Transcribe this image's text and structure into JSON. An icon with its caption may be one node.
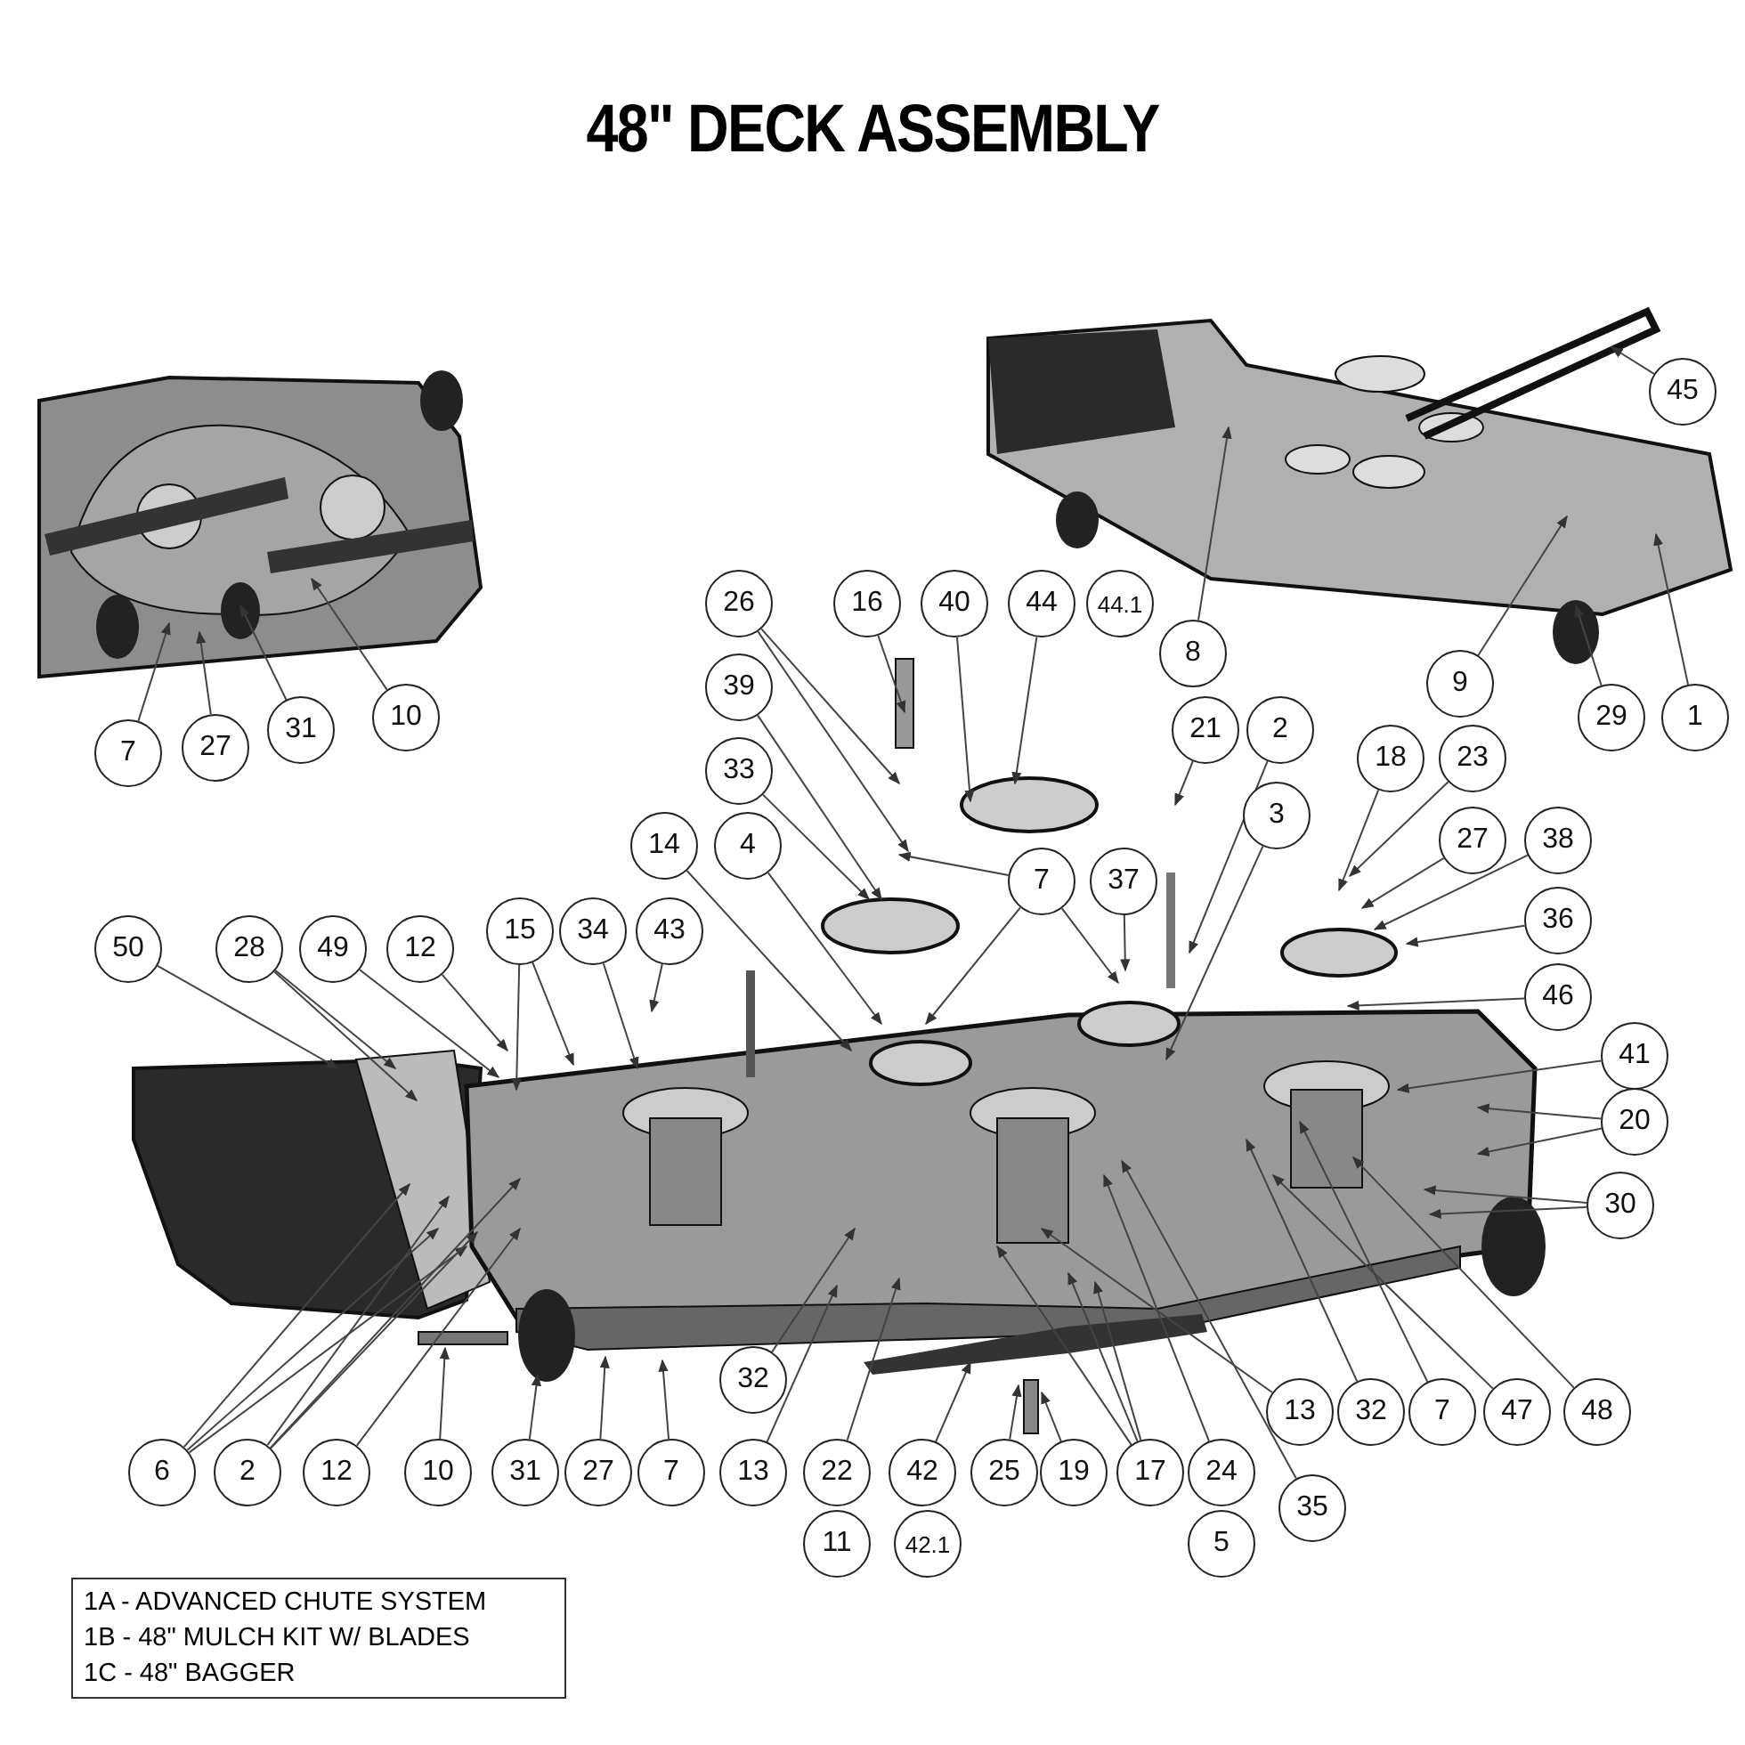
{
  "diagram": {
    "title": "48\" DECK ASSEMBLY",
    "nodes": [
      {
        "text": [
          "7"
        ]
      },
      {
        "text": [
          "27"
        ]
      },
      {
        "text": [
          "31"
        ]
      },
      {
        "text": [
          "10"
        ]
      },
      {
        "text": [
          "45"
        ]
      },
      {
        "text": [
          "8"
        ]
      },
      {
        "text": [
          "9"
        ]
      },
      {
        "text": [
          "29"
        ]
      },
      {
        "text": [
          "1"
        ]
      },
      {
        "text": [
          "26"
        ]
      },
      {
        "text": [
          "16"
        ]
      },
      {
        "text": [
          "40"
        ]
      },
      {
        "text": [
          "44"
        ]
      },
      {
        "text": [
          "44.1"
        ]
      },
      {
        "text": [
          "39"
        ]
      },
      {
        "text": [
          "21"
        ]
      },
      {
        "text": [
          "2"
        ]
      },
      {
        "text": [
          "33"
        ]
      },
      {
        "text": [
          "14"
        ]
      },
      {
        "text": [
          "4"
        ]
      },
      {
        "text": [
          "7"
        ]
      },
      {
        "text": [
          "3"
        ]
      },
      {
        "text": [
          "18"
        ]
      },
      {
        "text": [
          "23"
        ]
      },
      {
        "text": [
          "27"
        ]
      },
      {
        "text": [
          "38"
        ]
      },
      {
        "text": [
          "36"
        ]
      },
      {
        "text": [
          "37"
        ]
      },
      {
        "text": [
          "46"
        ]
      },
      {
        "text": [
          "50"
        ]
      },
      {
        "text": [
          "28"
        ]
      },
      {
        "text": [
          "49"
        ]
      },
      {
        "text": [
          "12"
        ]
      },
      {
        "text": [
          "15"
        ]
      },
      {
        "text": [
          "34"
        ]
      },
      {
        "text": [
          "43"
        ]
      },
      {
        "text": [
          "41"
        ]
      },
      {
        "text": [
          "20"
        ]
      },
      {
        "text": [
          "30"
        ]
      },
      {
        "text": [
          "32"
        ]
      },
      {
        "text": [
          "13"
        ]
      },
      {
        "text": [
          "32"
        ]
      },
      {
        "text": [
          "7"
        ]
      },
      {
        "text": [
          "47"
        ]
      },
      {
        "text": [
          "48"
        ]
      },
      {
        "text": [
          "6"
        ]
      },
      {
        "text": [
          "2"
        ]
      },
      {
        "text": [
          "12"
        ]
      },
      {
        "text": [
          "10"
        ]
      },
      {
        "text": [
          "31"
        ]
      },
      {
        "text": [
          "27"
        ]
      },
      {
        "text": [
          "7"
        ]
      },
      {
        "text": [
          "13"
        ]
      },
      {
        "text": [
          "22"
        ]
      },
      {
        "text": [
          "42"
        ]
      },
      {
        "text": [
          "25"
        ]
      },
      {
        "text": [
          "19"
        ]
      },
      {
        "text": [
          "17"
        ]
      },
      {
        "text": [
          "24"
        ]
      },
      {
        "text": [
          "35"
        ]
      },
      {
        "text": [
          "11"
        ]
      },
      {
        "text": [
          "42.1"
        ]
      },
      {
        "text": [
          "5"
        ]
      }
    ],
    "edges": [
      {
        "from": 0,
        "to": null,
        "arrow": "to"
      },
      {
        "from": 1,
        "to": null,
        "arrow": "to"
      },
      {
        "from": 2,
        "to": null,
        "arrow": "to"
      },
      {
        "from": 3,
        "to": null,
        "arrow": "to"
      },
      {
        "from": 4,
        "to": null,
        "arrow": "to"
      },
      {
        "from": 5,
        "to": null,
        "arrow": "to"
      },
      {
        "from": 6,
        "to": null,
        "arrow": "to"
      },
      {
        "from": 7,
        "to": null,
        "arrow": "to"
      },
      {
        "from": 8,
        "to": null,
        "arrow": "to"
      },
      {
        "from": 9,
        "to": null,
        "arrow": "to"
      },
      {
        "from": 9,
        "to": null,
        "arrow": "to"
      },
      {
        "from": 10,
        "to": null,
        "arrow": "to"
      },
      {
        "from": 11,
        "to": null,
        "arrow": "to"
      },
      {
        "from": 12,
        "to": null,
        "arrow": "to"
      },
      {
        "from": 14,
        "to": null,
        "arrow": "to"
      },
      {
        "from": 15,
        "to": null,
        "arrow": "to"
      },
      {
        "from": 16,
        "to": null,
        "arrow": "to"
      },
      {
        "from": 17,
        "to": null,
        "arrow": "to"
      },
      {
        "from": 18,
        "to": null,
        "arrow": "to"
      },
      {
        "from": 19,
        "to": null,
        "arrow": "to"
      },
      {
        "from": 20,
        "to": null,
        "arrow": "to"
      },
      {
        "from": 20,
        "to": null,
        "arrow": "to"
      },
      {
        "from": 20,
        "to": null,
        "arrow": "to"
      },
      {
        "from": 21,
        "to": null,
        "arrow": "to"
      },
      {
        "from": 22,
        "to": null,
        "arrow": "to"
      },
      {
        "from": 23,
        "to": null,
        "arrow": "to"
      },
      {
        "from": 24,
        "to": null,
        "arrow": "to"
      },
      {
        "from": 25,
        "to": null,
        "arrow": "to"
      },
      {
        "from": 26,
        "to": null,
        "arrow": "to"
      },
      {
        "from": 27,
        "to": null,
        "arrow": "to"
      },
      {
        "from": 28,
        "to": null,
        "arrow": "to"
      },
      {
        "from": 29,
        "to": null,
        "arrow": "to"
      },
      {
        "from": 30,
        "to": null,
        "arrow": "to"
      },
      {
        "from": 30,
        "to": null,
        "arrow": "to"
      },
      {
        "from": 31,
        "to": null,
        "arrow": "to"
      },
      {
        "from": 32,
        "to": null,
        "arrow": "to"
      },
      {
        "from": 33,
        "to": null,
        "arrow": "to"
      },
      {
        "from": 33,
        "to": null,
        "arrow": "to"
      },
      {
        "from": 34,
        "to": null,
        "arrow": "to"
      },
      {
        "from": 35,
        "to": null,
        "arrow": "to"
      },
      {
        "from": 36,
        "to": null,
        "arrow": "to"
      },
      {
        "from": 37,
        "to": null,
        "arrow": "to"
      },
      {
        "from": 37,
        "to": null,
        "arrow": "to"
      },
      {
        "from": 38,
        "to": null,
        "arrow": "to"
      },
      {
        "from": 38,
        "to": null,
        "arrow": "to"
      },
      {
        "from": 39,
        "to": null,
        "arrow": "to"
      },
      {
        "from": 40,
        "to": null,
        "arrow": "to"
      },
      {
        "from": 41,
        "to": null,
        "arrow": "to"
      },
      {
        "from": 42,
        "to": null,
        "arrow": "to"
      },
      {
        "from": 43,
        "to": null,
        "arrow": "to"
      },
      {
        "from": 44,
        "to": null,
        "arrow": "to"
      },
      {
        "from": 45,
        "to": null,
        "arrow": "to"
      },
      {
        "from": 45,
        "to": null,
        "arrow": "to"
      },
      {
        "from": 45,
        "to": null,
        "arrow": "to"
      },
      {
        "from": 46,
        "to": null,
        "arrow": "to"
      },
      {
        "from": 46,
        "to": null,
        "arrow": "to"
      },
      {
        "from": 46,
        "to": null,
        "arrow": "to"
      },
      {
        "from": 47,
        "to": null,
        "arrow": "to"
      },
      {
        "from": 48,
        "to": null,
        "arrow": "to"
      },
      {
        "from": 49,
        "to": null,
        "arrow": "to"
      },
      {
        "from": 50,
        "to": null,
        "arrow": "to"
      },
      {
        "from": 51,
        "to": null,
        "arrow": "to"
      },
      {
        "from": 52,
        "to": null,
        "arrow": "to"
      },
      {
        "from": 53,
        "to": null,
        "arrow": "to"
      },
      {
        "from": 54,
        "to": null,
        "arrow": "to"
      },
      {
        "from": 55,
        "to": null,
        "arrow": "to"
      },
      {
        "from": 56,
        "to": null,
        "arrow": "to"
      },
      {
        "from": 57,
        "to": null,
        "arrow": "to"
      },
      {
        "from": 57,
        "to": null,
        "arrow": "to"
      },
      {
        "from": 57,
        "to": null,
        "arrow": "to"
      },
      {
        "from": 58,
        "to": null,
        "arrow": "to"
      },
      {
        "from": 59,
        "to": null,
        "arrow": "to"
      }
    ],
    "labels": [
      "1A - ADVANCED CHUTE SYSTEM",
      "1B - 48\" MULCH KIT W/ BLADES",
      "1C - 48\" BAGGER"
    ]
  }
}
